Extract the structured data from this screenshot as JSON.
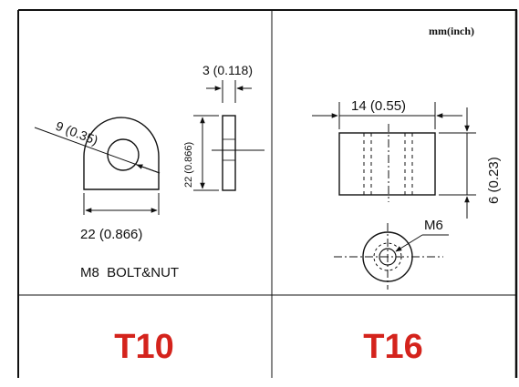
{
  "unit_note": "mm(inch)",
  "t10": {
    "title": "T10",
    "thickness_dim": "3 (0.118)",
    "radius_dim": "9 (0.35)",
    "height_dim": "22 (0.866)",
    "width_dim": "22 (0.866)",
    "hardware": "M8  BOLT&NUT"
  },
  "t16": {
    "title": "T16",
    "width_dim": "14 (0.55)",
    "height_dim": "6 (0.23)",
    "thread": "M6"
  },
  "colors": {
    "title_red": "#d4231c",
    "line": "#111111"
  }
}
